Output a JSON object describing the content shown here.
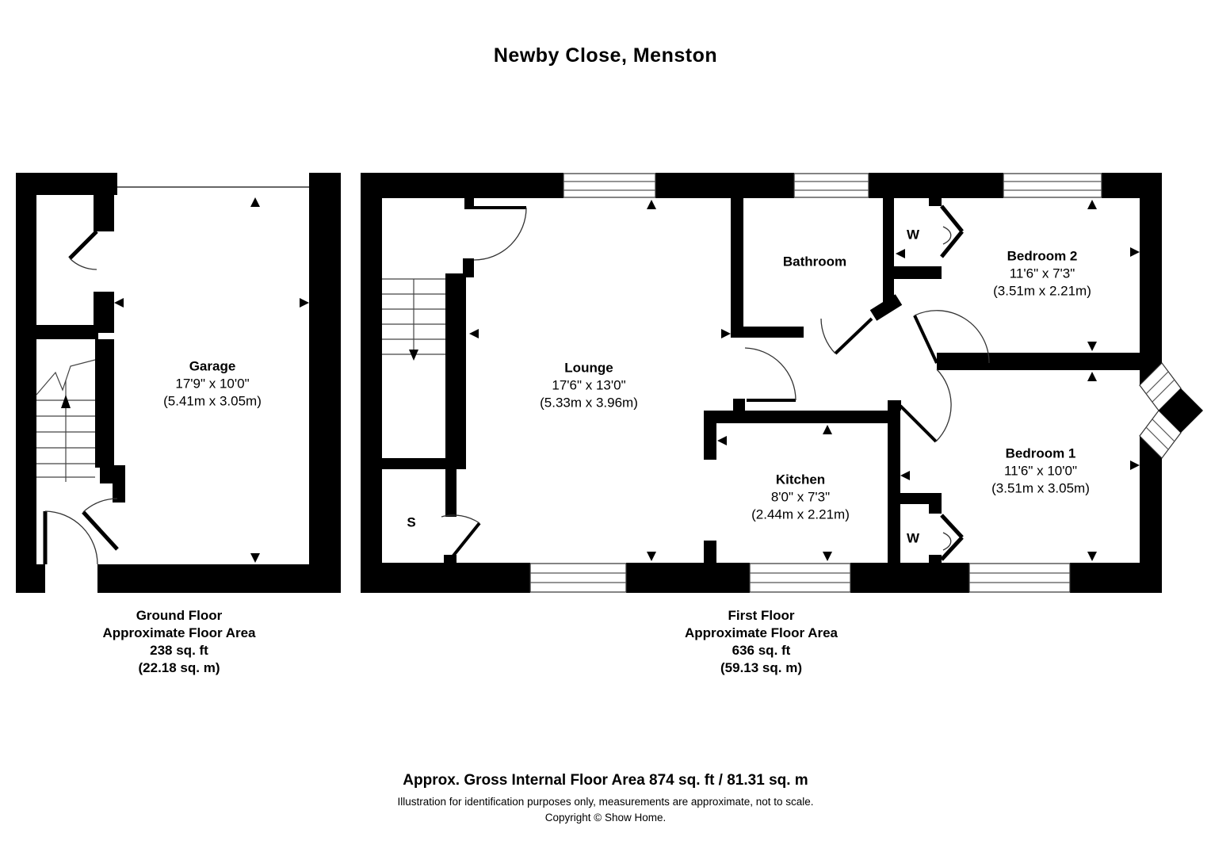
{
  "title": "Newby Close, Menston",
  "rooms": {
    "garage": {
      "name": "Garage",
      "dims_imperial": "17'9\" x 10'0\"",
      "dims_metric": "(5.41m x 3.05m)"
    },
    "lounge": {
      "name": "Lounge",
      "dims_imperial": "17'6\" x 13'0\"",
      "dims_metric": "(5.33m x 3.96m)"
    },
    "bathroom": {
      "name": "Bathroom"
    },
    "bedroom2": {
      "name": "Bedroom 2",
      "dims_imperial": "11'6\" x 7'3\"",
      "dims_metric": "(3.51m x 2.21m)"
    },
    "bedroom1": {
      "name": "Bedroom 1",
      "dims_imperial": "11'6\" x 10'0\"",
      "dims_metric": "(3.51m x 3.05m)"
    },
    "kitchen": {
      "name": "Kitchen",
      "dims_imperial": "8'0\" x 7'3\"",
      "dims_metric": "(2.44m x 2.21m)"
    },
    "wardrobe_label": "W",
    "store_label": "S"
  },
  "captions": {
    "ground": {
      "floor_name": "Ground Floor",
      "area_label": "Approximate Floor Area",
      "area_ft": "238 sq. ft",
      "area_m": "(22.18 sq. m)"
    },
    "first": {
      "floor_name": "First Floor",
      "area_label": "Approximate Floor Area",
      "area_ft": "636 sq. ft",
      "area_m": "(59.13 sq. m)"
    }
  },
  "footer": {
    "gross_area": "Approx. Gross Internal Floor Area 874 sq. ft / 81.31 sq. m",
    "disclaimer": "Illustration for identification purposes only, measurements are approximate, not to scale.",
    "copyright": "Copyright © Show Home."
  },
  "colors": {
    "wall": "#000000",
    "background": "#ffffff"
  }
}
